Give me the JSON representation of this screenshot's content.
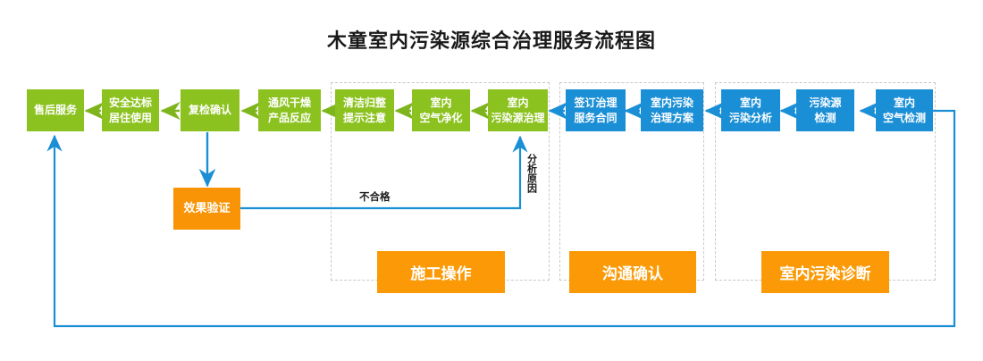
{
  "title": "木童室内污染源综合治理服务流程图",
  "colors": {
    "green": "#8CC21F",
    "blue": "#1B8FD6",
    "orange": "#F89406",
    "group_label_orange": "#FB9A06",
    "green_arrow": "#7FB51C",
    "blue_arrow": "#1B8FD6",
    "group_border": "#c9c9c9",
    "title_text": "#1a1a1a"
  },
  "nodes": {
    "green": [
      {
        "id": "after-sales-service",
        "label": "售后服务"
      },
      {
        "id": "safe-standard-occupancy",
        "label": "安全达标\n居住使用"
      },
      {
        "id": "recheck-confirm",
        "label": "复检确认"
      },
      {
        "id": "ventilate-dry-product-reaction",
        "label": "通风干燥\n产品反应"
      },
      {
        "id": "clean-tidy-notice",
        "label": "清洁归整\n提示注意"
      },
      {
        "id": "indoor-air-purification",
        "label": "室内\n空气净化"
      },
      {
        "id": "indoor-pollution-source-treatment",
        "label": "室内\n污染源治理"
      }
    ],
    "blue": [
      {
        "id": "sign-treatment-service-contract",
        "label": "签订治理\n服务合同"
      },
      {
        "id": "indoor-pollution-treatment-plan",
        "label": "室内污染\n治理方案"
      },
      {
        "id": "indoor-pollution-analysis",
        "label": "室内\n污染分析"
      },
      {
        "id": "pollution-source-detection",
        "label": "污染源\n检测"
      },
      {
        "id": "indoor-air-detection",
        "label": "室内\n空气检测"
      }
    ],
    "orange": [
      {
        "id": "effect-verification",
        "label": "效果验证"
      }
    ]
  },
  "group_labels": [
    {
      "id": "construction-operation",
      "label": "施工操作"
    },
    {
      "id": "communication-confirmation",
      "label": "沟通确认"
    },
    {
      "id": "indoor-pollution-diagnosis",
      "label": "室内污染诊断"
    }
  ],
  "edge_labels": [
    {
      "id": "unqualified",
      "label": "不合格"
    },
    {
      "id": "analyze-cause",
      "label": "分析原因"
    }
  ]
}
